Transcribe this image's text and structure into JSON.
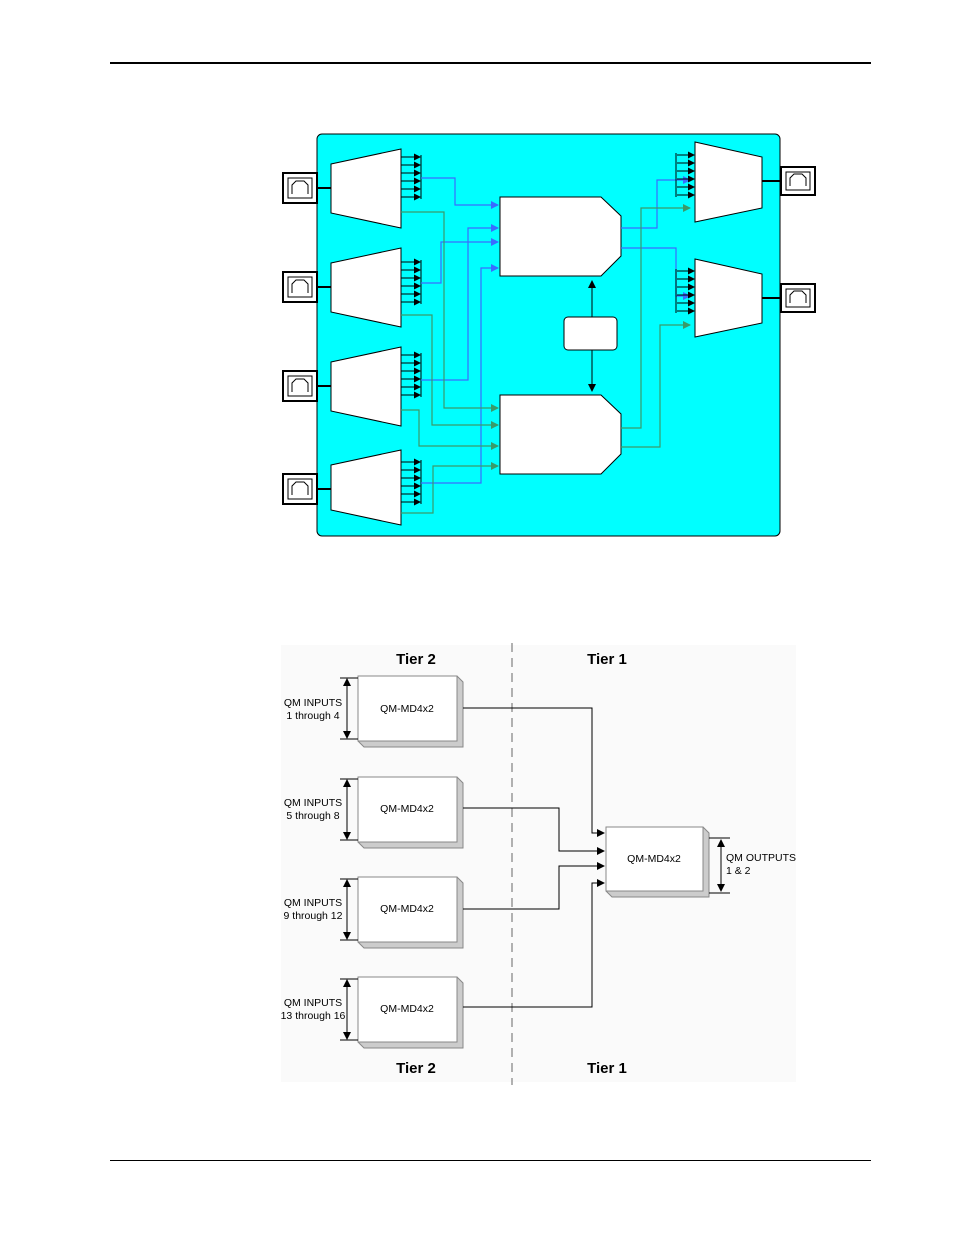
{
  "diagram2": {
    "tier2_top": "Tier 2",
    "tier1_top": "Tier 1",
    "tier2_bottom": "Tier 2",
    "tier1_bottom": "Tier 1",
    "tier2_modules": [
      {
        "label": "QM-MD4x2",
        "inputs_l1": "QM INPUTS",
        "inputs_l2": "1 through 4"
      },
      {
        "label": "QM-MD4x2",
        "inputs_l1": "QM INPUTS",
        "inputs_l2": "5 through 8"
      },
      {
        "label": "QM-MD4x2",
        "inputs_l1": "QM INPUTS",
        "inputs_l2": "9 through 12"
      },
      {
        "label": "QM-MD4x2",
        "inputs_l1": "QM INPUTS",
        "inputs_l2": "13 through 16"
      }
    ],
    "tier1_module": {
      "label": "QM-MD4x2",
      "outputs_l1": "QM OUTPUTS",
      "outputs_l2": "1 & 2"
    }
  },
  "colors": {
    "board": "#00ffff",
    "blue_route": "#3a6cff",
    "green_route": "#3a9a6a"
  }
}
